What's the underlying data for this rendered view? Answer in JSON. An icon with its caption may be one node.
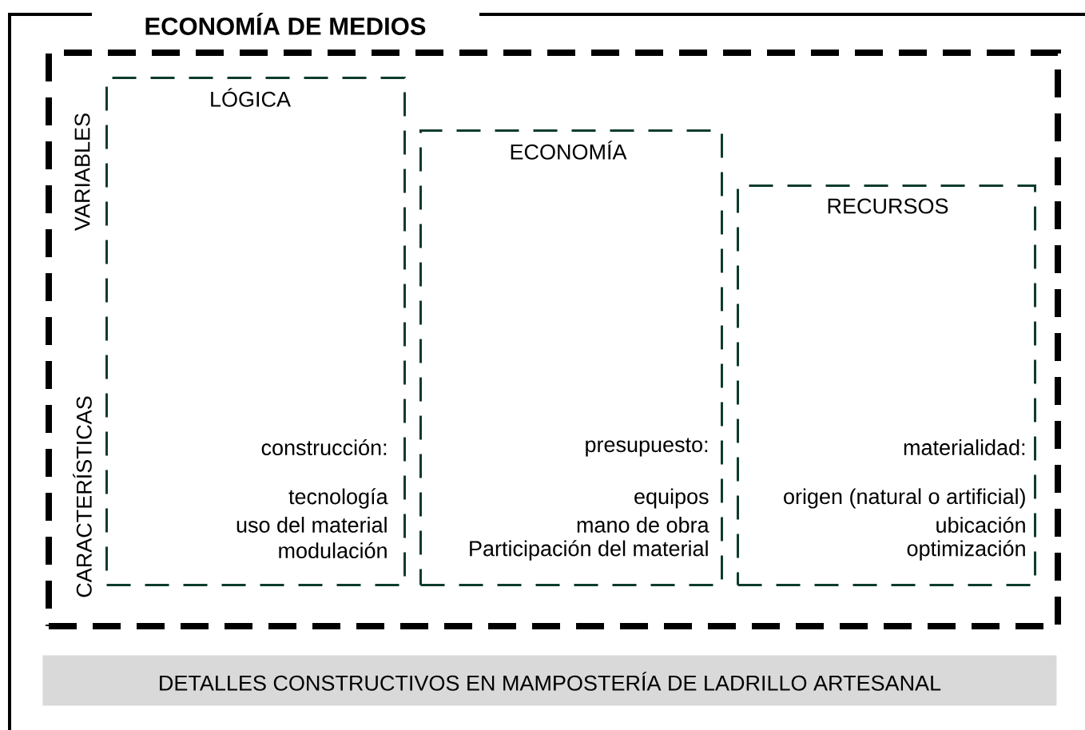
{
  "diagram": {
    "nodes": [
      {
        "text": [
          "ECONOMÍA DE MEDIOS"
        ]
      },
      {
        "text": [
          "VARIABLES",
          "CARACTERÍSTICAS"
        ],
        "in": 0
      },
      {
        "text": [
          "LÓGICA",
          "construcción:",
          "tecnología",
          "uso del material",
          "modulación"
        ],
        "in": 1
      },
      {
        "text": [
          "ECONOMÍA",
          "presupuesto:",
          "equipos",
          "mano de obra",
          "Participación del material"
        ],
        "in": 1
      },
      {
        "text": [
          "RECURSOS",
          "materialidad:",
          "origen (natural o artificial)",
          "ubicación",
          "optimización"
        ],
        "in": 1
      },
      {
        "text": [
          "DETALLES CONSTRUCTIVOS EN MAMPOSTERÍA DE LADRILLO ARTESANAL"
        ],
        "in": 0
      }
    ]
  }
}
